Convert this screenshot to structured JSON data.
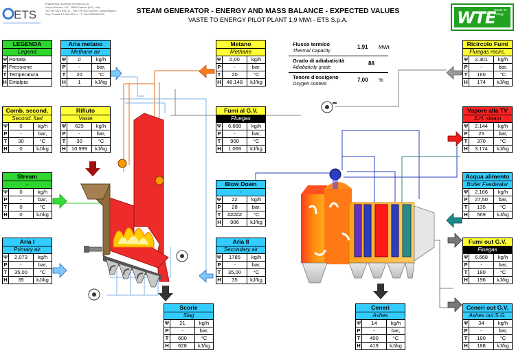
{
  "header": {
    "ets_logo": "ETS",
    "ets_sub": [
      "Engineering Technical Services S.p.A.",
      "Via per Novara, 112 - 28062 Cameri (NO) - Italy",
      "Tel. +39 0321 641711 - Fax +39 0321 618093 - www.etsspa.it",
      "Cap. Sociale € 1.300.000 i.v. - P. IVA 02340340033"
    ],
    "title": "STEAM GENERATOR - ENERGY AND MASS BALANCE - EXPECTED VALUES",
    "subtitle": "VASTE TO ENERGY PILOT PLANT 1,9 MWt - ETS S.p.A.",
    "wte_logo": "WTE",
    "wte_sub": "Waste To Energy"
  },
  "legend": {
    "title": "LEGENDA",
    "subtitle": "Legend",
    "rows": [
      {
        "k": "W",
        "label": "Portata"
      },
      {
        "k": "P",
        "label": "Pressione"
      },
      {
        "k": "T",
        "label": "Temperatura"
      },
      {
        "k": "H",
        "label": "Entalpia"
      }
    ]
  },
  "thermal": {
    "flusso_label": "Flusso termico",
    "flusso_sub": "Thermal Capacity",
    "flusso_value": "1,91",
    "flusso_unit": "MWt",
    "grado_label": "Grado di adiabaticità",
    "grado_sub": "Adiabaticity grade",
    "grado_value": "88",
    "tenore_label": "Tenore d'ossigeno",
    "tenore_sub": "Oxygen content",
    "tenore_value": "7,00",
    "tenore_unit": "%"
  },
  "boxes": {
    "aria_metano": {
      "title": "Aria metano",
      "sub": "Methane air",
      "rows": [
        [
          "W",
          "0",
          "kg/h"
        ],
        [
          "P",
          "-",
          "bar,"
        ],
        [
          "T",
          "20",
          "°C"
        ],
        [
          "H",
          "1",
          "kJ/kg"
        ]
      ]
    },
    "metano": {
      "title": "Metano",
      "sub": "Methane",
      "rows": [
        [
          "W",
          "0,00",
          "kg/h"
        ],
        [
          "P",
          "-",
          "bar,"
        ],
        [
          "T",
          "20",
          "°C"
        ],
        [
          "H",
          "48.148",
          "kJ/kg"
        ]
      ]
    },
    "ricircolo": {
      "title": "Ricircolo Fumi",
      "sub": "Fluegas recirc.",
      "rows": [
        [
          "W",
          "2.301",
          "kg/h"
        ],
        [
          "P",
          "-",
          "bar,"
        ],
        [
          "T",
          "160",
          "°C"
        ],
        [
          "H",
          "174",
          "kJ/kg"
        ]
      ]
    },
    "comb_second": {
      "title": "Comb. second.",
      "sub": "Second. fuel",
      "rows": [
        [
          "W",
          "0",
          "kg/h"
        ],
        [
          "P",
          "-",
          "bar,"
        ],
        [
          "T",
          "30",
          "°C"
        ],
        [
          "H",
          "0",
          "kJ/kg"
        ]
      ]
    },
    "rifiuto": {
      "title": "Rifiuto",
      "sub": "Vaste",
      "rows": [
        [
          "W",
          "625",
          "kg/h"
        ],
        [
          "P",
          "-",
          "bar,"
        ],
        [
          "T",
          "30",
          "°C"
        ],
        [
          "H",
          "10.999",
          "kJ/kg"
        ]
      ]
    },
    "fumi_gv": {
      "title": "Fumi al G.V.",
      "sub": "Fluegas",
      "rows": [
        [
          "W",
          "6.668",
          "kg/h"
        ],
        [
          "P",
          "-",
          "bar,"
        ],
        [
          "T",
          "900",
          "°C"
        ],
        [
          "H",
          "1.069",
          "kJ/kg"
        ]
      ]
    },
    "vapore": {
      "title": "Vapore alla TV",
      "sub": "S.H. steam",
      "rows": [
        [
          "W",
          "2.144",
          "kg/h"
        ],
        [
          "P",
          "25",
          "bar,"
        ],
        [
          "T",
          "370",
          "°C"
        ],
        [
          "H",
          "3.174",
          "kJ/kg"
        ]
      ]
    },
    "stream": {
      "title": "Stream",
      "sub": "-",
      "rows": [
        [
          "W",
          "0",
          "kg/h"
        ],
        [
          "P",
          "-",
          "bar,"
        ],
        [
          "T",
          "0",
          "°C"
        ],
        [
          "H",
          "0",
          "kJ/kg"
        ]
      ]
    },
    "blow_down": {
      "title": "Blow Down",
      "sub": "-",
      "rows": [
        [
          "W",
          "22",
          "kg/h"
        ],
        [
          "P",
          "28",
          "bar,"
        ],
        [
          "T",
          "#####",
          "°C"
        ],
        [
          "H",
          "986",
          "kJ/kg"
        ]
      ]
    },
    "acqua": {
      "title": "Acqua alimento",
      "sub": "Boiler Feedwater",
      "rows": [
        [
          "W",
          "2.166",
          "kg/h"
        ],
        [
          "P",
          "27,50",
          "bar,"
        ],
        [
          "T",
          "135",
          "°C"
        ],
        [
          "H",
          "569",
          "kJ/kg"
        ]
      ]
    },
    "aria1": {
      "title": "Aria I",
      "sub": "Primary air",
      "rows": [
        [
          "W",
          "2.073",
          "kg/h"
        ],
        [
          "P",
          "-",
          "bar,"
        ],
        [
          "T",
          "35,00",
          "°C"
        ],
        [
          "H",
          "35",
          "kJ/kg"
        ]
      ]
    },
    "aria2": {
      "title": "Aria II",
      "sub": "Secondary air",
      "rows": [
        [
          "W",
          "1785",
          "kg/h"
        ],
        [
          "P",
          "-",
          "bar,"
        ],
        [
          "T",
          "35,00",
          "°C"
        ],
        [
          "H",
          "35",
          "kJ/kg"
        ]
      ]
    },
    "fumi_out": {
      "title": "Fumi out G.V.",
      "sub": "Fluegas",
      "rows": [
        [
          "W",
          "6.668",
          "kg/h"
        ],
        [
          "P",
          "-",
          "bar,"
        ],
        [
          "T",
          "180",
          "°C"
        ],
        [
          "H",
          "196",
          "kJ/kg"
        ]
      ]
    },
    "scorie": {
      "title": "Scorie",
      "sub": "Slag",
      "rows": [
        [
          "W",
          "21",
          "kg/h"
        ],
        [
          "P",
          "-",
          "bar,"
        ],
        [
          "T",
          "600",
          "°C"
        ],
        [
          "H",
          "628",
          "kJ/kg"
        ]
      ]
    },
    "ceneri": {
      "title": "Ceneri",
      "sub": "Ashes",
      "rows": [
        [
          "W",
          "14",
          "kg/h"
        ],
        [
          "P",
          "-",
          "bar,"
        ],
        [
          "T",
          "400",
          "°C"
        ],
        [
          "H",
          "419",
          "kJ/kg"
        ]
      ]
    },
    "ceneri_out": {
      "title": "Ceneri out G.V.",
      "sub": "Ashes out S.G.",
      "rows": [
        [
          "W",
          "34",
          "kg/h"
        ],
        [
          "P",
          "-",
          "bar,"
        ],
        [
          "T",
          "180",
          "°C"
        ],
        [
          "H",
          "188",
          "kJ/kg"
        ]
      ]
    }
  },
  "colors": {
    "yellow": "#ffff33",
    "green": "#2fd62f",
    "cyan": "#33ccff",
    "red": "#ff2222",
    "furnace": "#ee2b2b",
    "orange": "#ff8800"
  }
}
